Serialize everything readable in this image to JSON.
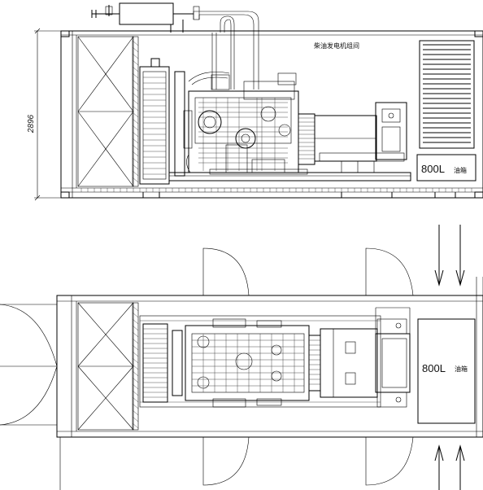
{
  "elevation_view": {
    "room_label": "柴油发电机组间",
    "height_dimension": "2896",
    "tank_capacity": "800L",
    "tank_label": "油箱"
  },
  "plan_view": {
    "tank_capacity": "800L",
    "tank_label": "油箱"
  }
}
